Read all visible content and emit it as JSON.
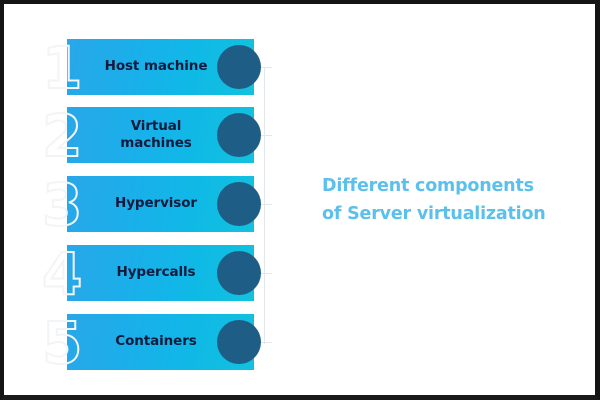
{
  "headline": {
    "line1": "Different components",
    "line2": "of Server virtualization",
    "color": "#5cc0ec"
  },
  "colors": {
    "bar_gradient_start": "#29a7e8",
    "bar_gradient_end": "#12c2dd",
    "dot": "#1d5d86",
    "label_text": "#121a3d",
    "numeral_outline": "#f2f4f6",
    "connector_line": "#e3e6ea",
    "background": "#ffffff",
    "frame": "#141414"
  },
  "items": [
    {
      "number": "1",
      "label": "Host machine"
    },
    {
      "number": "2",
      "label": "Virtual\nmachines"
    },
    {
      "number": "3",
      "label": "Hypervisor"
    },
    {
      "number": "4",
      "label": "Hypercalls"
    },
    {
      "number": "5",
      "label": "Containers"
    }
  ]
}
